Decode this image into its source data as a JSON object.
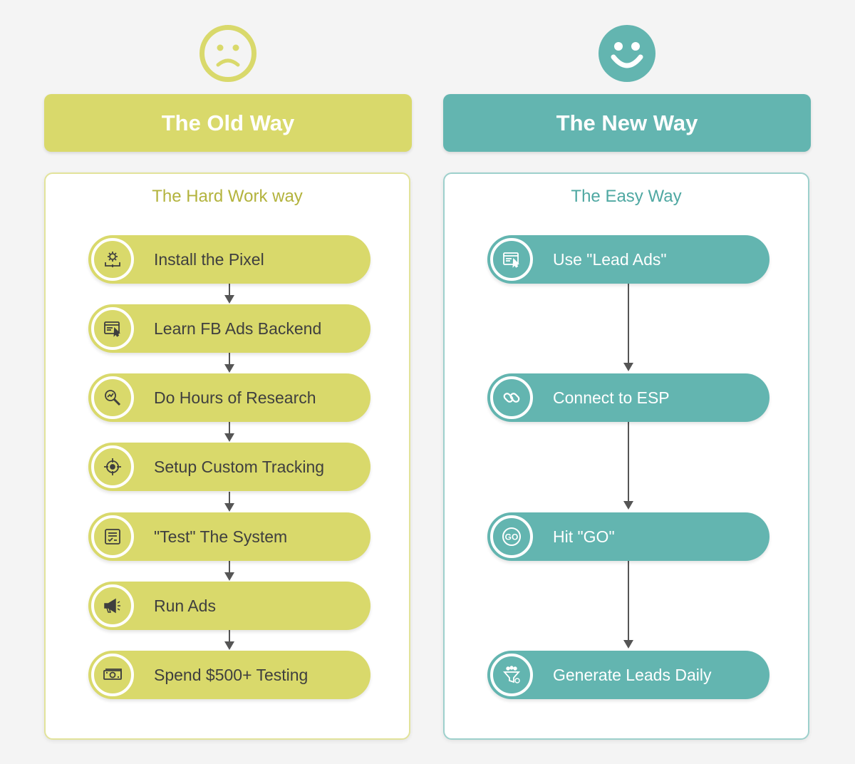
{
  "old_way": {
    "header": "The Old Way",
    "subtitle": "The Hard Work way",
    "steps": [
      {
        "label": "Install the Pixel",
        "icon": "gear-upload-icon"
      },
      {
        "label": "Learn FB Ads Backend",
        "icon": "ads-window-cursor-icon"
      },
      {
        "label": "Do Hours of Research",
        "icon": "search-chart-icon"
      },
      {
        "label": "Setup Custom Tracking",
        "icon": "crosshair-icon"
      },
      {
        "label": "\"Test\" The System",
        "icon": "checklist-icon"
      },
      {
        "label": "Run Ads",
        "icon": "megaphone-icon"
      },
      {
        "label": "Spend $500+ Testing",
        "icon": "money-icon"
      }
    ]
  },
  "new_way": {
    "header": "The New Way",
    "subtitle": "The Easy Way",
    "steps": [
      {
        "label": "Use \"Lead Ads\"",
        "icon": "ads-window-cursor-icon"
      },
      {
        "label": "Connect to ESP",
        "icon": "link-icon"
      },
      {
        "label": "Hit \"GO\"",
        "icon": "go-badge-icon"
      },
      {
        "label": "Generate Leads Daily",
        "icon": "funnel-people-icon"
      }
    ],
    "go_badge_text": "GO"
  },
  "colors": {
    "old_accent": "#d9d96b",
    "new_accent": "#63b5b0",
    "old_face": "#d9d96b",
    "new_face": "#63b5b0"
  }
}
